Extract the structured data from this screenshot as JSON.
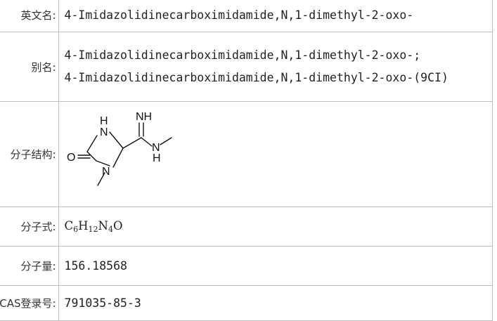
{
  "rows": {
    "english_name": {
      "label": "英文名:",
      "value": "4-Imidazolidinecarboximidamide,N,1-dimethyl-2-oxo-"
    },
    "synonyms": {
      "label": "别名:",
      "values": [
        "4-Imidazolidinecarboximidamide,N,1-dimethyl-2-oxo-;",
        "4-Imidazolidinecarboximidamide,N,1-dimethyl-2-oxo-(9CI)"
      ]
    },
    "structure": {
      "label": "分子结构:",
      "atoms": {
        "O": "O",
        "N1": "N",
        "H1": "H",
        "N2": "N",
        "NH": "NH",
        "N3": "N",
        "H3": "H"
      }
    },
    "formula": {
      "label": "分子式:",
      "parts": [
        {
          "el": "C",
          "n": "6"
        },
        {
          "el": "H",
          "n": "12"
        },
        {
          "el": "N",
          "n": "4"
        },
        {
          "el": "O",
          "n": ""
        }
      ]
    },
    "mol_weight": {
      "label": "分子量:",
      "value": "156.18568"
    },
    "cas": {
      "label": "CAS登录号:",
      "value": "791035-85-3"
    }
  }
}
